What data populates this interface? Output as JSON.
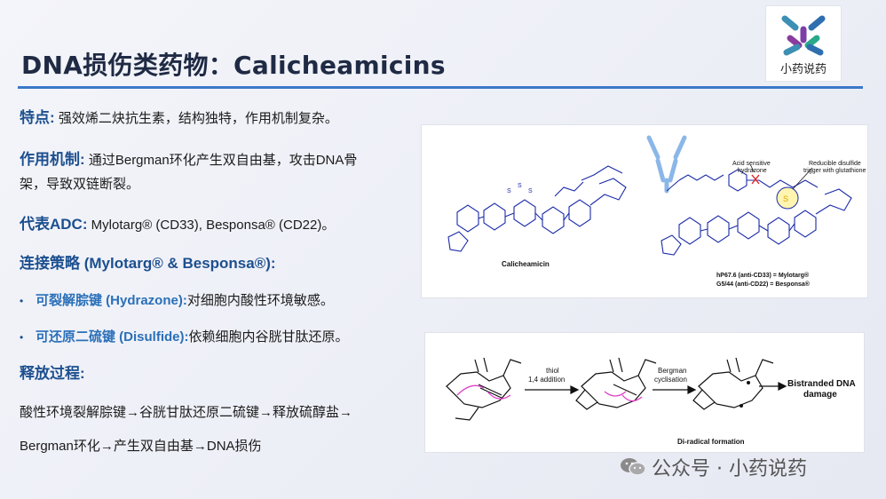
{
  "title": "DNA损伤类药物：Calicheamicins",
  "logo": {
    "text": "小药说药"
  },
  "features": {
    "label": "特点:",
    "text": "强效烯二炔抗生素，结构独特，作用机制复杂。"
  },
  "mechanism": {
    "label": "作用机制:",
    "line1": "通过Bergman环化产生双自由基，攻击DNA骨",
    "line2": "架，导致双链断裂。"
  },
  "adc": {
    "label": "代表ADC:",
    "text": "Mylotarg® (CD33), Besponsa® (CD22)。"
  },
  "linker": {
    "heading": "连接策略 (Mylotarg® & Besponsa®):",
    "items": [
      {
        "bullet": "•",
        "key": "可裂解腙键 (Hydrazone):",
        "text": "对细胞内酸性环境敏感。"
      },
      {
        "bullet": "•",
        "key": "可还原二硫键 (Disulfide):",
        "text": "依赖细胞内谷胱甘肽还原。"
      }
    ]
  },
  "release": {
    "heading": "释放过程:",
    "line1": "酸性环境裂解腙键→谷胱甘肽还原二硫键→释放硫醇盐→",
    "line2": "Bergman环化→产生双自由基→DNA损伤"
  },
  "figure1": {
    "caption": "Calicheamicin",
    "acid_label_1": "Acid sensitive",
    "acid_label_2": "hydrazone",
    "disulfide_label_1": "Reducible disulfide",
    "disulfide_label_2": "trigger with glutathione",
    "antibody_1": "hP67.6 (anti-CD33)  = Mylotarg®",
    "antibody_2": "G5/44 (anti-CD22)  = Besponsa®"
  },
  "figure2": {
    "step1_1": "thiol",
    "step1_2": "1,4 addition",
    "step2_1": "Bergman",
    "step2_2": "cyclisation",
    "result_1": "Bistranded DNA",
    "result_2": "damage",
    "caption": "Di-radical formation"
  },
  "footer": {
    "text": "公众号 · 小药说药"
  },
  "colors": {
    "accent": "#3b78c9",
    "heading": "#1c4f8f",
    "highlight": "#e040c8",
    "structure": "#1a2aa8"
  }
}
